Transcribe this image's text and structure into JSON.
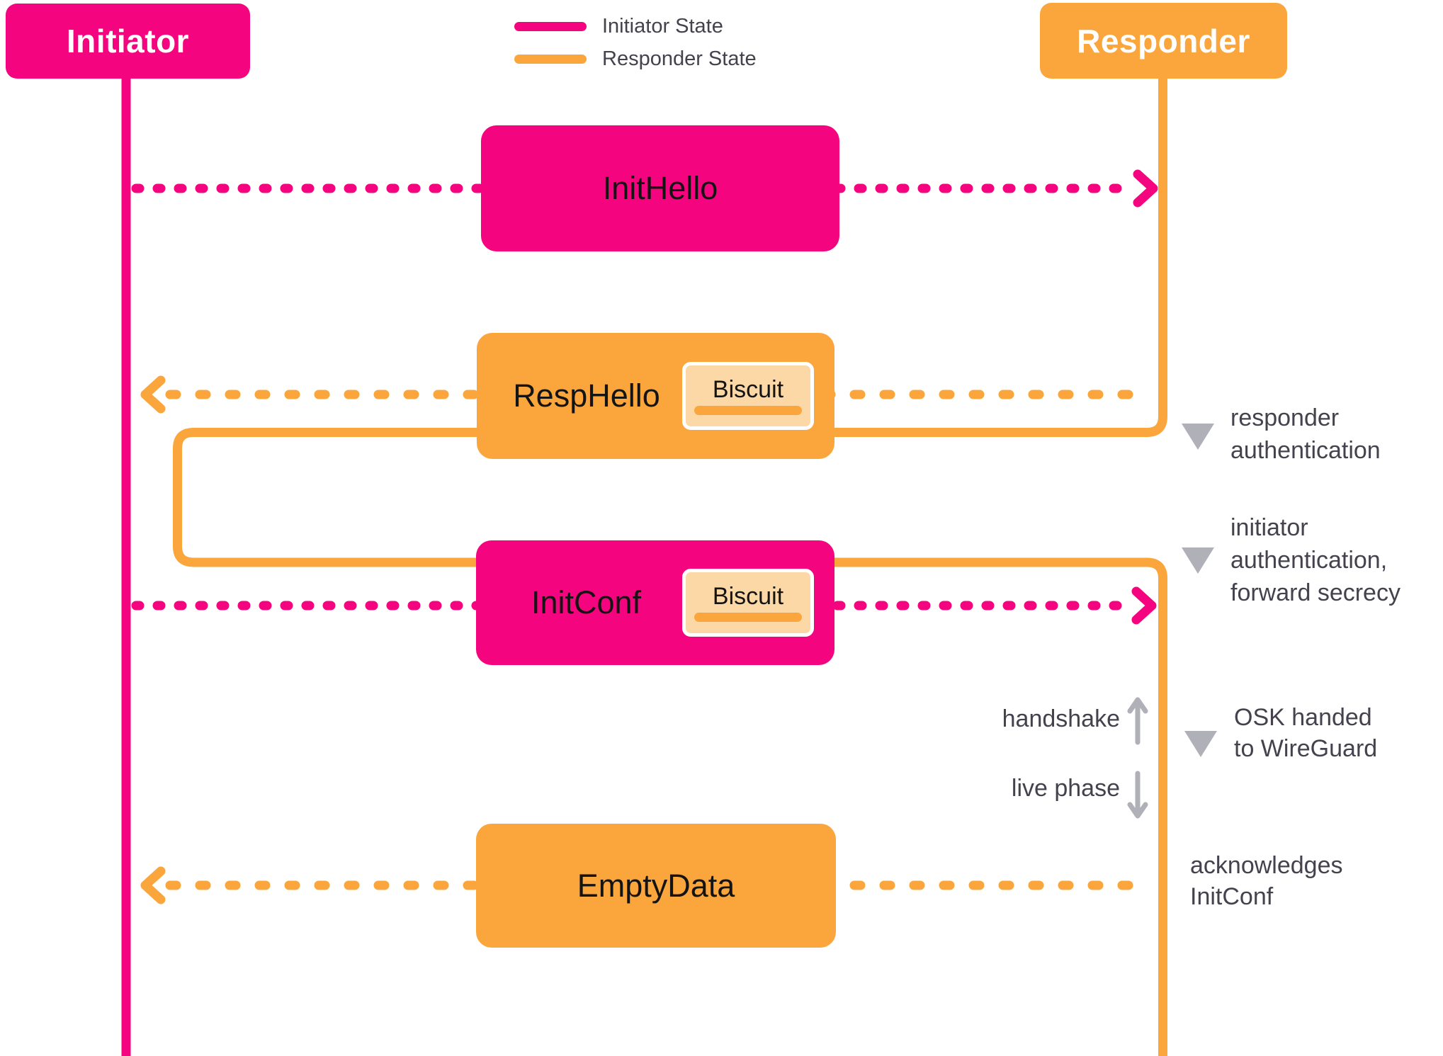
{
  "actors": {
    "initiator": {
      "label": "Initiator"
    },
    "responder": {
      "label": "Responder"
    }
  },
  "legend": {
    "items": [
      {
        "label": "Initiator State",
        "color": "#F4047E"
      },
      {
        "label": "Responder State",
        "color": "#FAA63C"
      }
    ]
  },
  "messages": [
    {
      "label": "InitHello",
      "from": "initiator",
      "to": "responder",
      "state_color": "#F4047E",
      "biscuit_label": null
    },
    {
      "label": "RespHello",
      "from": "responder",
      "to": "initiator",
      "state_color": "#FAA63C",
      "biscuit_label": "Biscuit"
    },
    {
      "label": "InitConf",
      "from": "initiator",
      "to": "responder",
      "state_color": "#F4047E",
      "biscuit_label": "Biscuit"
    },
    {
      "label": "EmptyData",
      "from": "responder",
      "to": "initiator",
      "state_color": "#FAA63C",
      "biscuit_label": null
    }
  ],
  "annotations": [
    {
      "lines": [
        "responder",
        "authentication"
      ],
      "marker": "triangle-down"
    },
    {
      "lines": [
        "initiator",
        "authentication,",
        "forward secrecy"
      ],
      "marker": "triangle-down"
    },
    {
      "lines": [
        "OSK handed",
        "to WireGuard"
      ],
      "marker": "triangle-down"
    },
    {
      "lines": [
        "acknowledges",
        "InitConf"
      ],
      "marker": "none"
    }
  ],
  "phase": {
    "handshake_label": "handshake",
    "live_label": "live phase"
  },
  "palette": {
    "pink": "#F4047E",
    "orange": "#FAA63C",
    "biscuit_fill": "#FBD8A6",
    "text_dark": "#45424E",
    "gray": "#B0B0B8",
    "box_text": "#141414"
  }
}
